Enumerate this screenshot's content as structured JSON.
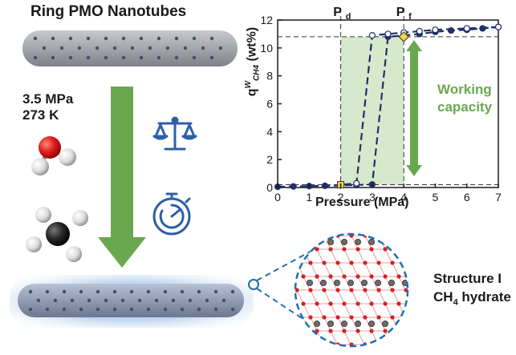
{
  "title": "Ring PMO Nanotubes",
  "conditions": {
    "pressure": "3.5 MPa",
    "temperature": "273 K"
  },
  "chart_data": {
    "type": "line",
    "xlabel": "Pressure (MPa)",
    "ylabel": {
      "main": "q",
      "sup": "W",
      "sub": "CH4",
      "unit": " (wt%)"
    },
    "xlim": [
      0,
      7
    ],
    "ylim": [
      0,
      12
    ],
    "xticks": [
      "0",
      "1",
      "2",
      "3",
      "4",
      "5",
      "6",
      "7"
    ],
    "yticks": [
      "0",
      "2",
      "4",
      "6",
      "8",
      "10",
      "12"
    ],
    "markers": {
      "Pd": {
        "label": "P",
        "sub": "d",
        "x": 2.0
      },
      "Pf": {
        "label": "P",
        "sub": "f",
        "x": 4.0
      }
    },
    "reference_lines_y": [
      0.2,
      10.8
    ],
    "series": [
      {
        "kind": "adsorption",
        "x": [
          0.0,
          0.5,
          1.0,
          1.5,
          2.0,
          2.5,
          3.0,
          3.5,
          4.0,
          4.5,
          5.0,
          5.5,
          6.0,
          6.5,
          7.0
        ],
        "y": [
          0.05,
          0.08,
          0.1,
          0.12,
          0.15,
          0.18,
          0.22,
          10.8,
          10.9,
          11.0,
          11.15,
          11.25,
          11.3,
          11.4,
          11.5
        ]
      },
      {
        "kind": "desorption",
        "x": [
          7.0,
          6.0,
          5.0,
          4.5,
          4.0,
          3.5,
          3.0,
          2.5,
          2.0
        ],
        "y": [
          11.5,
          11.4,
          11.3,
          11.2,
          11.1,
          11.0,
          10.9,
          0.3,
          0.2
        ]
      }
    ],
    "highlight_points": [
      {
        "x": 2.0,
        "y": 0.2
      },
      {
        "x": 4.0,
        "y": 10.8
      }
    ],
    "shaded_region": {
      "x": [
        2.0,
        4.0
      ],
      "y": [
        0.2,
        10.8
      ]
    }
  },
  "working_capacity": {
    "line1": "Working",
    "line2": "capacity"
  },
  "hydrate": {
    "line1": "Structure I",
    "line2_main": "CH",
    "line2_sub": "4",
    "line2_rest": " hydrate"
  },
  "colors": {
    "accent_green": "#6aa84f",
    "series_blue": "#1f2f6b",
    "shade": "#d5e9cc",
    "highlight": "#f1d83a"
  },
  "icons": [
    "water-molecule-icon",
    "methane-molecule-icon",
    "balance-scale-icon",
    "stopwatch-icon",
    "magnifier-icon"
  ]
}
